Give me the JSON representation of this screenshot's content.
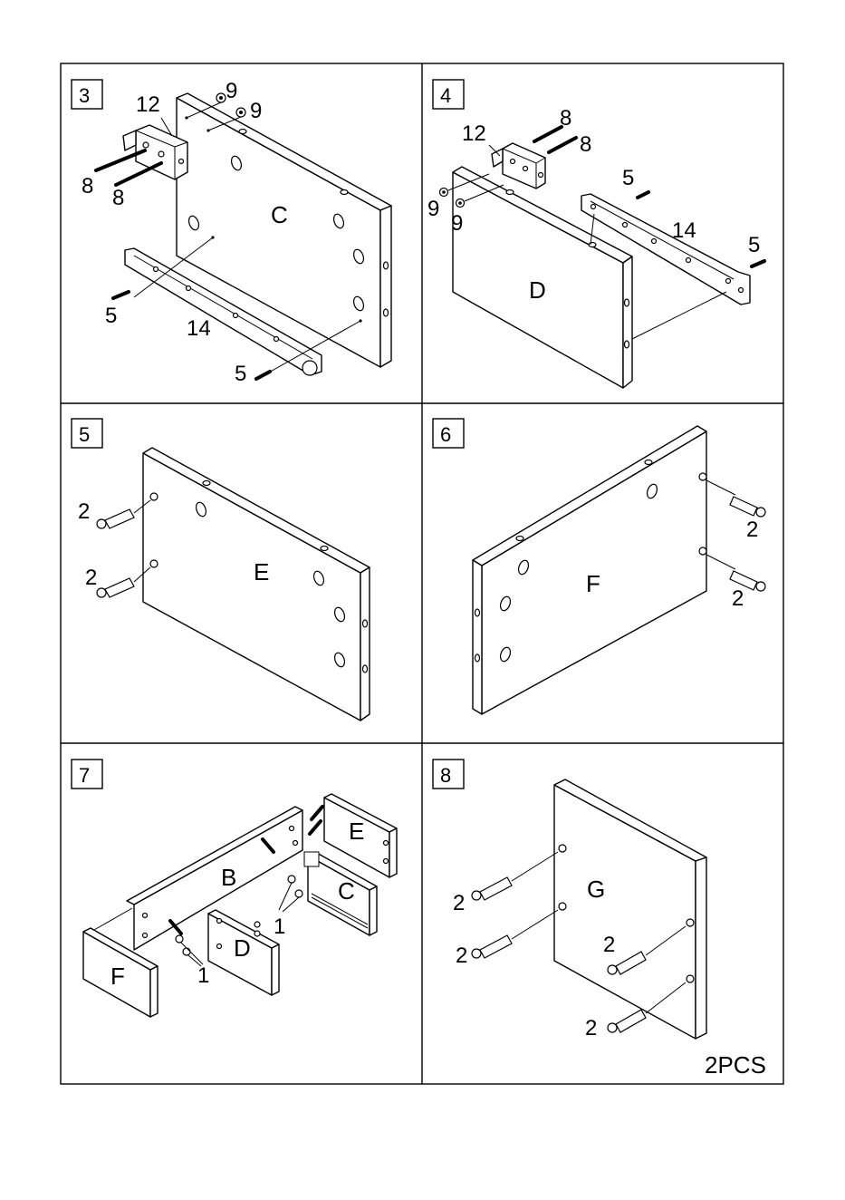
{
  "steps": [
    {
      "number": "3",
      "parts": {
        "board": "C",
        "bracket": "12",
        "bolt_a": "8",
        "bolt_b": "8",
        "nut_a": "9",
        "nut_b": "9",
        "rail": "14",
        "screw_a": "5",
        "screw_b": "5"
      }
    },
    {
      "number": "4",
      "parts": {
        "board": "D",
        "bracket": "12",
        "bolt_a": "8",
        "bolt_b": "8",
        "nut_a": "9",
        "nut_b": "9",
        "rail": "14",
        "screw_a": "5",
        "screw_b": "5"
      }
    },
    {
      "number": "5",
      "parts": {
        "board": "E",
        "dowel_a": "2",
        "dowel_b": "2"
      }
    },
    {
      "number": "6",
      "parts": {
        "board": "F",
        "dowel_a": "2",
        "dowel_b": "2"
      }
    },
    {
      "number": "7",
      "parts": {
        "board_b": "B",
        "board_c": "C",
        "board_d": "D",
        "board_e": "E",
        "board_f": "F",
        "cam_a": "1",
        "cam_b": "1"
      }
    },
    {
      "number": "8",
      "parts": {
        "board": "G",
        "dowel_a": "2",
        "dowel_b": "2",
        "dowel_c": "2",
        "dowel_d": "2"
      },
      "quantity_note": "2PCS"
    }
  ]
}
